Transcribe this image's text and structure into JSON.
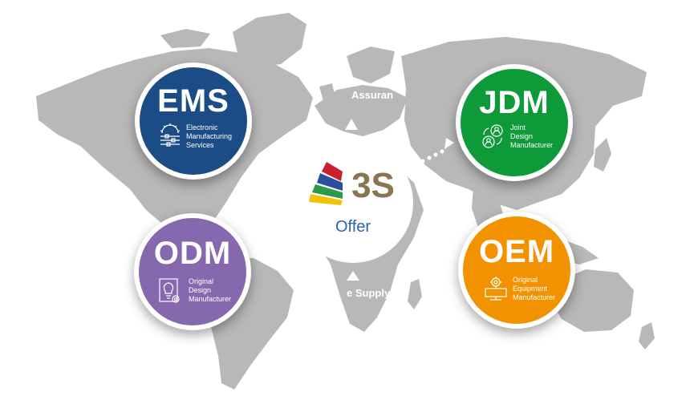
{
  "colors": {
    "ems": "#1b4c85",
    "jdm": "#0f9a3a",
    "odm": "#8568ad",
    "oem": "#f39200",
    "map": "#b8b8b8",
    "brand_text": "#8a7551",
    "offer_text": "#2a63ad"
  },
  "center": {
    "logo_text": "3S",
    "caption": "Offer"
  },
  "watermarks": {
    "top": "Assuran",
    "bottom": "e Supply"
  },
  "nodes": {
    "ems": {
      "abbr": "EMS",
      "desc": [
        "Electronic",
        "Manufacturing",
        "Services"
      ],
      "icon": "gear-sliders-icon"
    },
    "jdm": {
      "abbr": "JDM",
      "desc": [
        "Joint",
        "Design",
        "Manufacturer"
      ],
      "icon": "people-exchange-icon"
    },
    "odm": {
      "abbr": "ODM",
      "desc": [
        "Original",
        "Design",
        "Manufacturer"
      ],
      "icon": "lightbulb-gear-icon"
    },
    "oem": {
      "abbr": "OEM",
      "desc": [
        "Original",
        "Equipment",
        "Manufacturer"
      ],
      "icon": "gear-monitor-icon"
    }
  }
}
